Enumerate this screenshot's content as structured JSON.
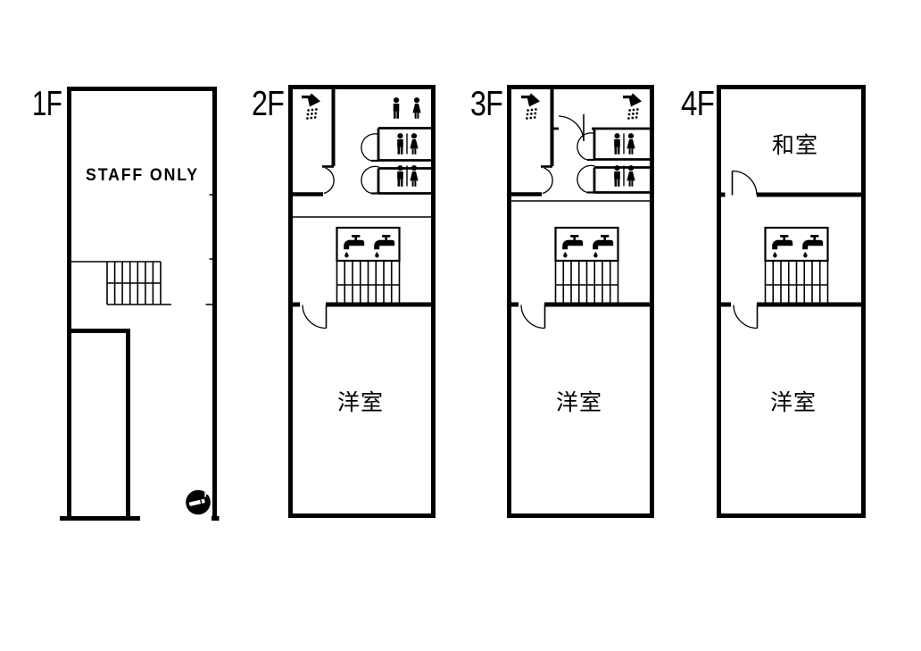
{
  "colors": {
    "background": "#ffffff",
    "line": "#000000",
    "smoking_badge": "#000000"
  },
  "floors": [
    {
      "label": "1F",
      "room_labels": {
        "main": "STAFF ONLY"
      },
      "icons": [
        "smoking-area-icon"
      ],
      "features": [
        "staircase",
        "staff-room",
        "entrance-opening"
      ]
    },
    {
      "label": "2F",
      "room_labels": {
        "main": "洋室"
      },
      "icons": [
        "shower-icon",
        "man-pictogram",
        "woman-pictogram",
        "man-woman-pictogram",
        "man-woman-pictogram",
        "faucet-icon",
        "faucet-icon"
      ],
      "features": [
        "shower-room",
        "toilet-stalls",
        "washbasin-counter",
        "staircase",
        "western-style-room"
      ]
    },
    {
      "label": "3F",
      "room_labels": {
        "main": "洋室"
      },
      "icons": [
        "shower-icon",
        "shower-icon",
        "man-woman-pictogram",
        "man-woman-pictogram",
        "faucet-icon",
        "faucet-icon"
      ],
      "features": [
        "two-shower-rooms",
        "toilet-stalls",
        "washbasin-counter",
        "staircase",
        "western-style-room"
      ]
    },
    {
      "label": "4F",
      "room_labels": {
        "top": "和室",
        "main": "洋室"
      },
      "icons": [
        "faucet-icon",
        "faucet-icon"
      ],
      "features": [
        "japanese-style-room",
        "washbasin-counter",
        "staircase",
        "western-style-room"
      ]
    }
  ]
}
